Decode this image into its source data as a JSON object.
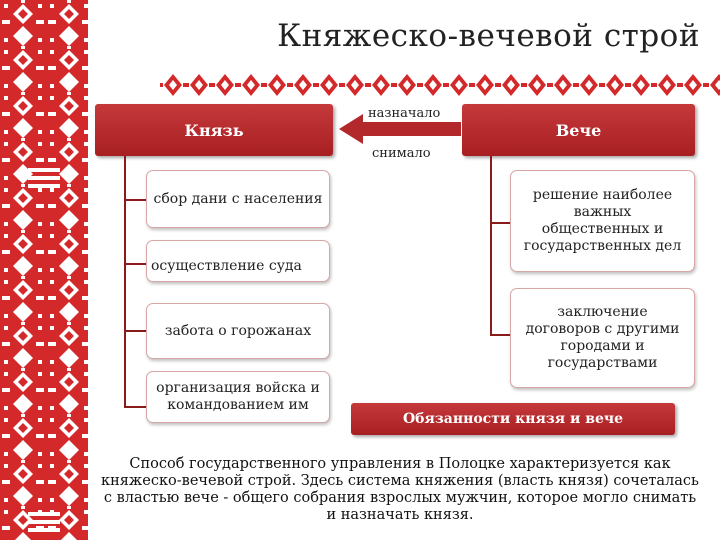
{
  "slide": {
    "title": "Княжеско-вечевой строй"
  },
  "diagram": {
    "prince_label": "Князь",
    "veche_label": "Вече",
    "arrow_top_label": "назначало",
    "arrow_bottom_label": "снимало",
    "prince_duties": [
      "сбор дани с населения",
      "осуществление суда",
      "забота о горожанах",
      "организация войска и командованием им"
    ],
    "veche_duties": [
      "решение наиболее важных общественных и государственных дел",
      "заключение договоров с другими городами и государствами"
    ],
    "duties_label": "Обязанности князя и вече"
  },
  "caption": "Способ государственного управления в Полоцке характеризуется как княжеско-вечевой строй. Здесь система княжения (власть князя) сочеталась с властью вече - общего собрания взрослых мужчин, которое могло снимать и назначать князя.",
  "colors": {
    "accent": "#b2282b",
    "ornament": "#d22a2a"
  }
}
